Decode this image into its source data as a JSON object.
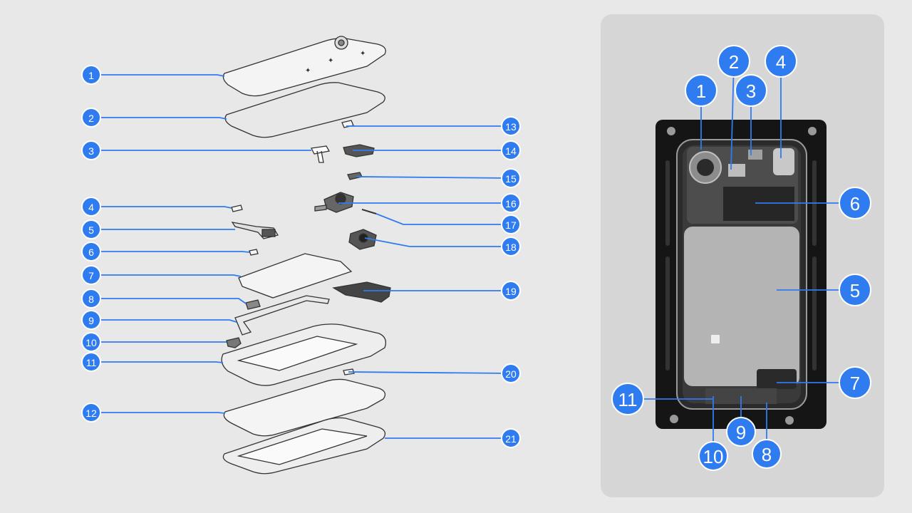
{
  "colors": {
    "accent": "#2f7bf0",
    "background": "#e8e8e8",
    "panel": "#d6d6d6"
  },
  "exploded_view": {
    "left_labels": [
      "1",
      "2",
      "3",
      "4",
      "5",
      "6",
      "7",
      "8",
      "9",
      "10",
      "11",
      "12"
    ],
    "right_labels": [
      "13",
      "14",
      "15",
      "16",
      "17",
      "18",
      "19",
      "20",
      "21"
    ]
  },
  "photo_view": {
    "labels": [
      "1",
      "2",
      "3",
      "4",
      "5",
      "6",
      "7",
      "8",
      "9",
      "10",
      "11"
    ]
  }
}
